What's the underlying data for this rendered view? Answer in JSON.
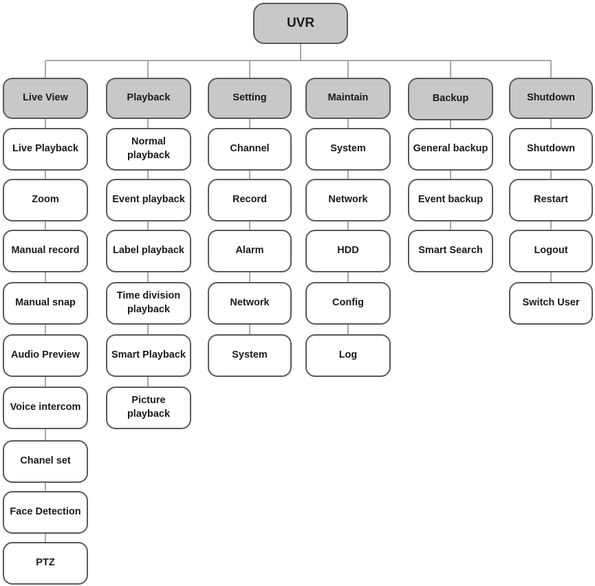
{
  "root": {
    "label": "UVR"
  },
  "columns": [
    {
      "label": "Live View",
      "items": [
        "Live Playback",
        "Zoom",
        "Manual record",
        "Manual snap",
        "Audio Preview",
        "Voice intercom",
        "Chanel set",
        "Face Detection",
        "PTZ"
      ]
    },
    {
      "label": "Playback",
      "items": [
        "Normal\nplayback",
        "Event playback",
        "Label playback",
        "Time division\nplayback",
        "Smart Playback",
        "Picture\nplayback"
      ]
    },
    {
      "label": "Setting",
      "items": [
        "Channel",
        "Record",
        "Alarm",
        "Network",
        "System"
      ]
    },
    {
      "label": "Maintain",
      "items": [
        "System",
        "Network",
        "HDD",
        "Config",
        "Log"
      ]
    },
    {
      "label": "Backup",
      "items": [
        "General backup",
        "Event backup",
        "Smart Search"
      ]
    },
    {
      "label": "Shutdown",
      "items": [
        "Shutdown",
        "Restart",
        "Logout",
        "Switch User"
      ]
    }
  ]
}
